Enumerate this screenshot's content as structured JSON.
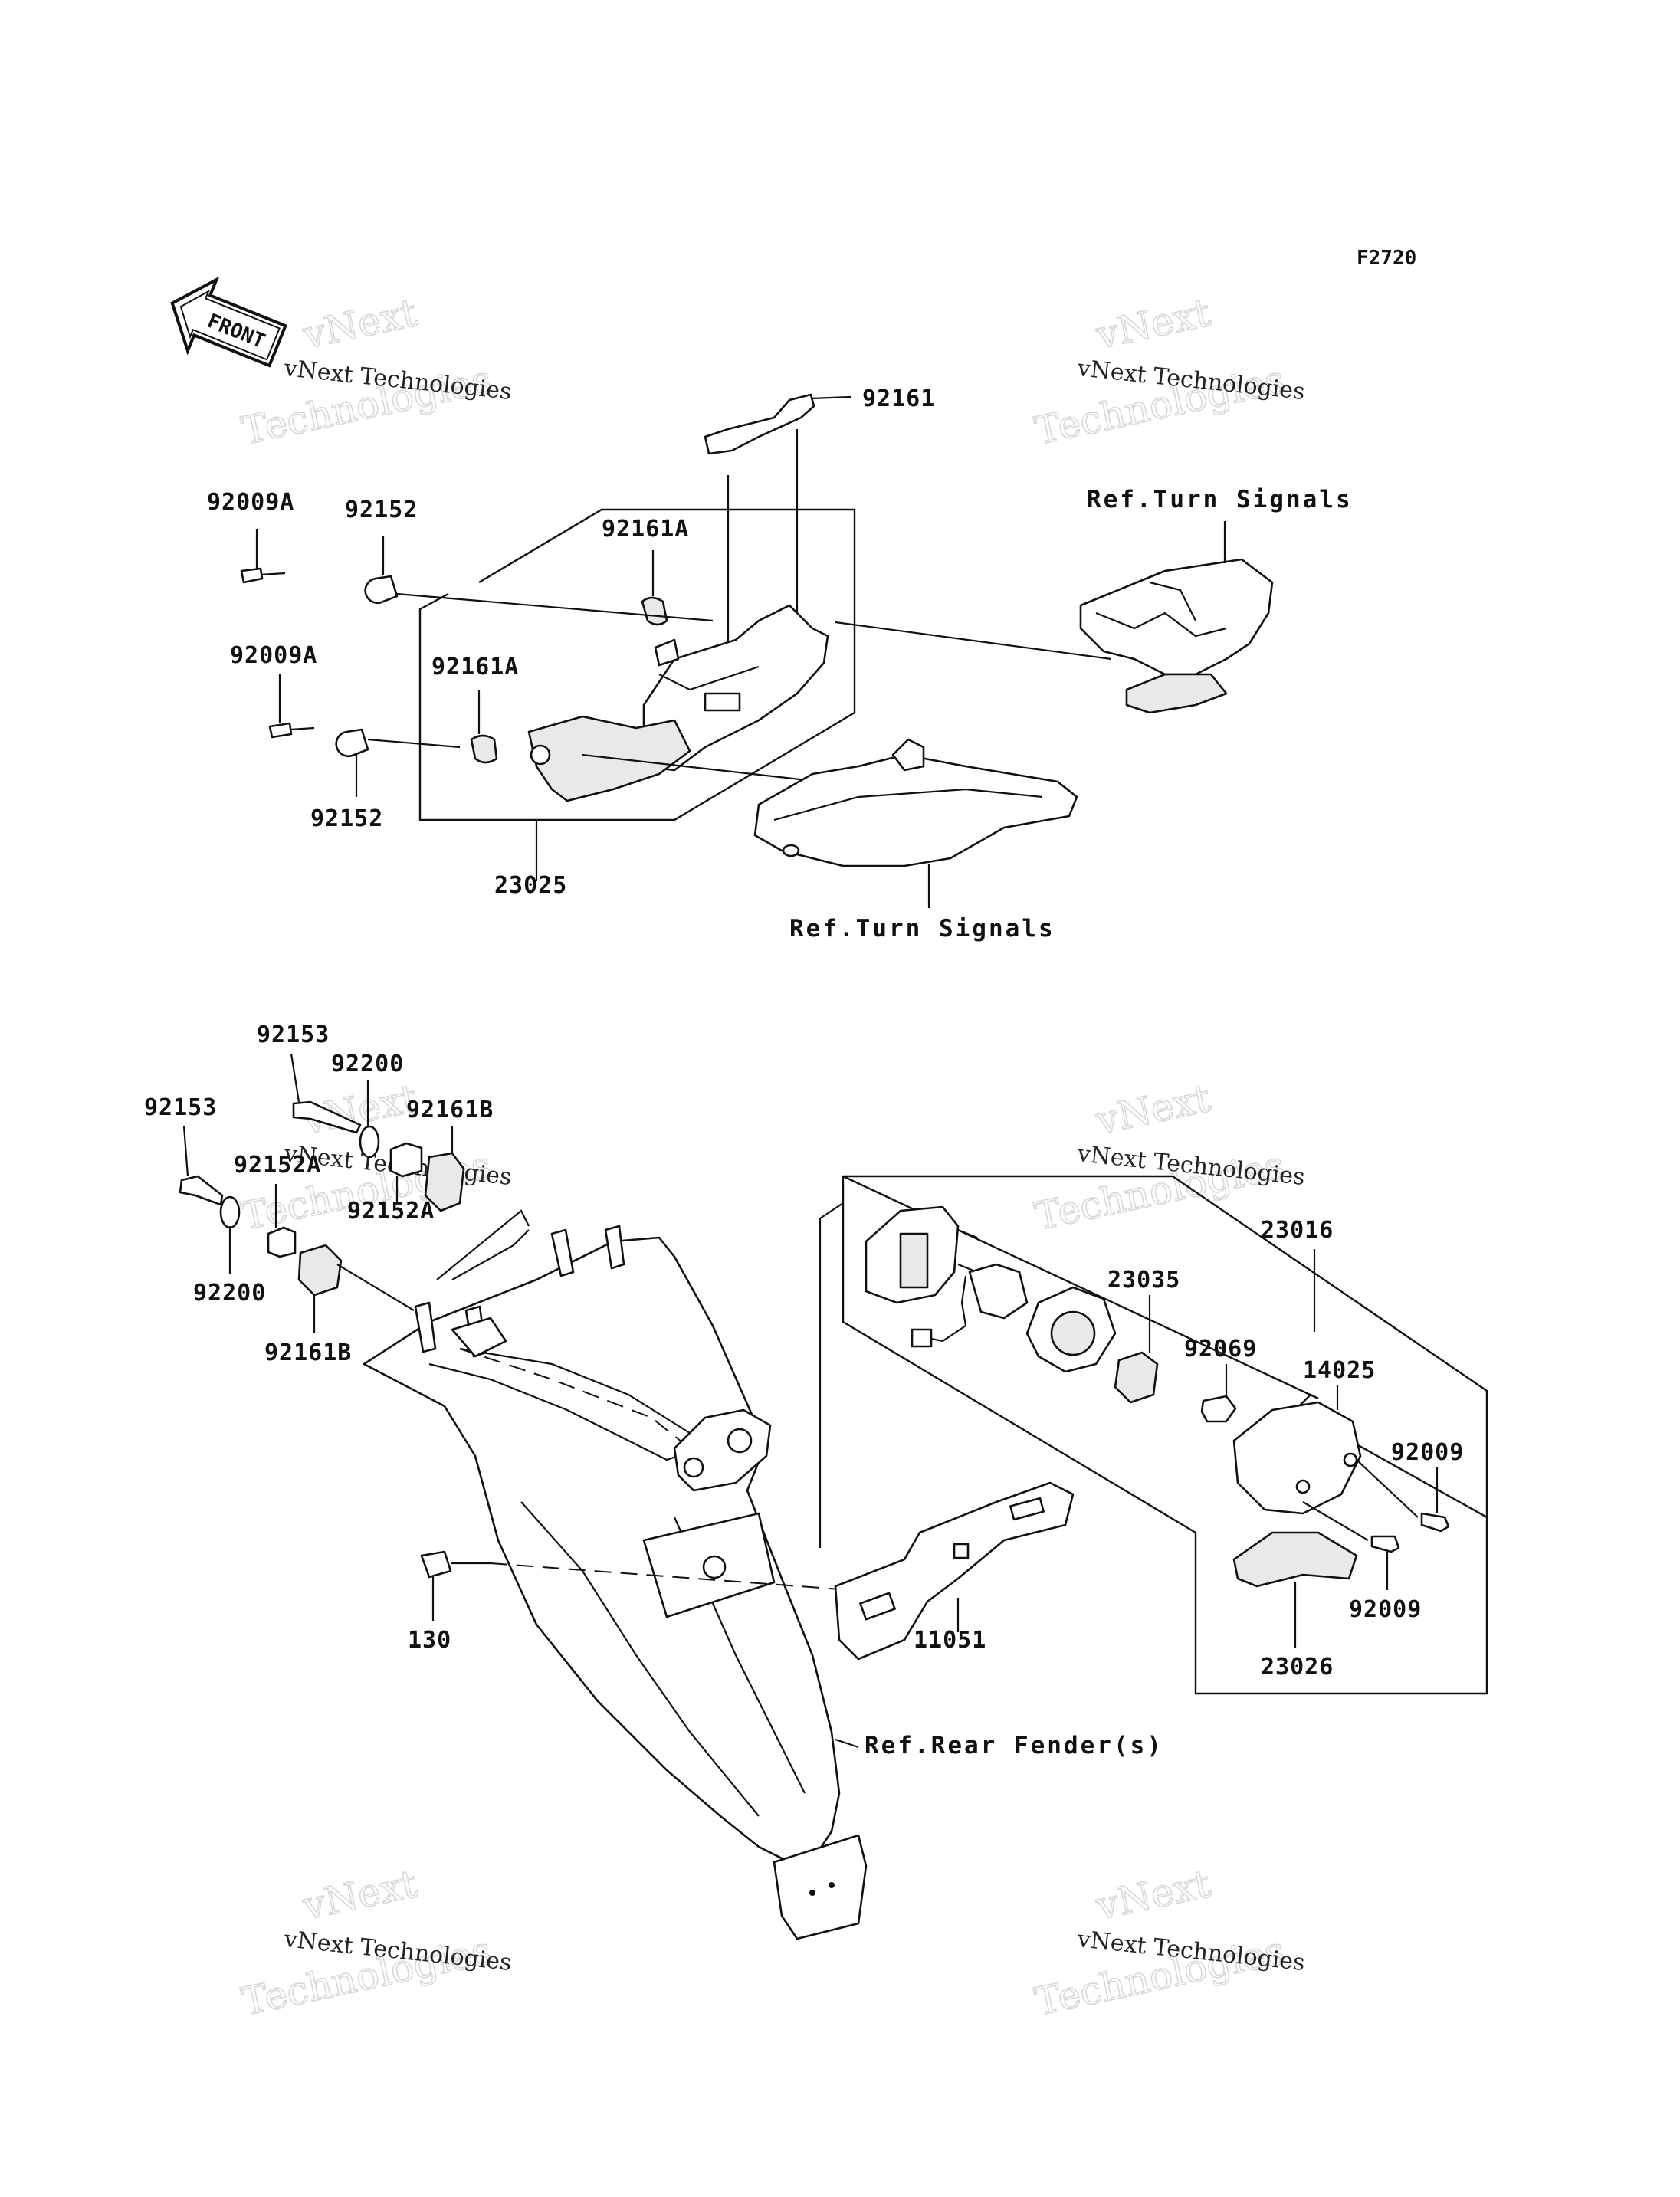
{
  "figure_code": "F2720",
  "front_label": "FRONT",
  "watermark": {
    "brand": "vNext",
    "company": "vNext Technologies",
    "word": "Technologies"
  },
  "top_assembly": {
    "labels": {
      "p92161": "92161",
      "p92009A_1": "92009A",
      "p92152_1": "92152",
      "p92161A_1": "92161A",
      "p92009A_2": "92009A",
      "p92161A_2": "92161A",
      "p92152_2": "92152",
      "p23025": "23025"
    },
    "ref_turn_signals_right": "Ref.Turn Signals",
    "ref_turn_signals_bottom": "Ref.Turn Signals"
  },
  "bottom_assembly": {
    "labels": {
      "p92153_1": "92153",
      "p92200_1": "92200",
      "p92161B_1": "92161B",
      "p92153_2": "92153",
      "p92152A_1": "92152A",
      "p92152A_2": "92152A",
      "p92200_2": "92200",
      "p92161B_2": "92161B",
      "p23016": "23016",
      "p23035": "23035",
      "p92069": "92069",
      "p14025": "14025",
      "p92009_1": "92009",
      "p92009_2": "92009",
      "p23026": "23026",
      "p130": "130",
      "p11051": "11051"
    },
    "ref_rear_fender": "Ref.Rear Fender(s)"
  }
}
